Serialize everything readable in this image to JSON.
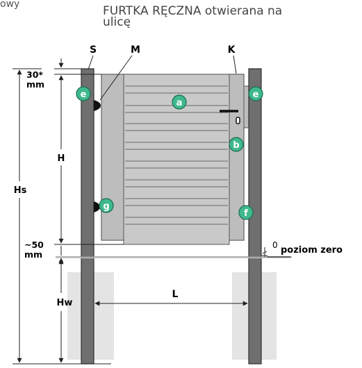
{
  "header": {
    "cut_text": "owy",
    "title_line1": "FURTKA RĘCZNA otwierana na",
    "title_line2": "ulicę"
  },
  "labels": {
    "S": "S",
    "M": "M",
    "K": "K",
    "H": "H",
    "Hs": "Hs",
    "Hw": "Hw",
    "L": "L",
    "top_gap_1": "30*",
    "top_gap_2": "mm",
    "bottom_gap_1": "~50",
    "bottom_gap_2": "mm",
    "ground_marker": "0",
    "ground_label": "poziom zero"
  },
  "callouts": [
    {
      "letter": "a"
    },
    {
      "letter": "b"
    },
    {
      "letter": "e"
    },
    {
      "letter": "e"
    },
    {
      "letter": "f"
    },
    {
      "letter": "g"
    }
  ],
  "colors": {
    "post": "#6f6f6f",
    "post_edge": "#2f2f2f",
    "gate": "#c7c7c7",
    "gate_edge": "#555555",
    "ground": "#e4e4e4",
    "callout": "#3fb98c",
    "line": "#222222"
  }
}
